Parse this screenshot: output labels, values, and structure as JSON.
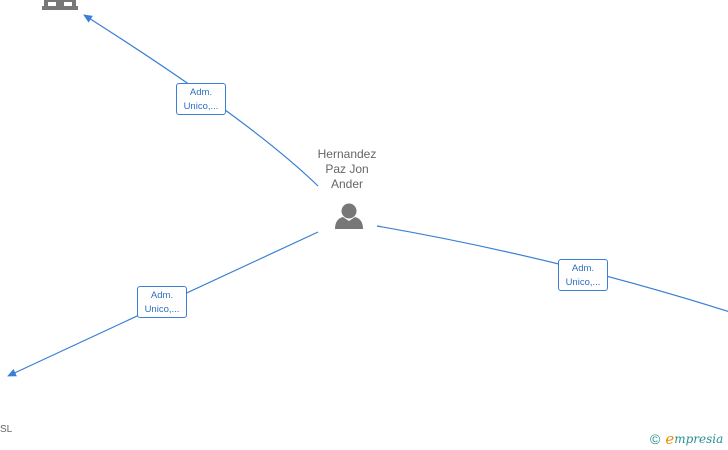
{
  "person": {
    "name_line1": "Hernandez",
    "name_line2": "Paz Jon",
    "name_line3": "Ander",
    "icon": "person-icon"
  },
  "edges": [
    {
      "line1": "Adm.",
      "line2": "Unico,..."
    },
    {
      "line1": "Adm.",
      "line2": "Unico,..."
    },
    {
      "line1": "Adm.",
      "line2": "Unico,..."
    }
  ],
  "companies": {
    "top_icon": "building-icon",
    "bottom_left_label": "SL"
  },
  "brand": {
    "copyright": "©",
    "initial": "e",
    "rest": "mpresia"
  },
  "colors": {
    "edge": "#3a7fd5",
    "node_icon": "#777777",
    "brand_orange": "#f08a00",
    "brand_teal": "#2a8f8f"
  }
}
